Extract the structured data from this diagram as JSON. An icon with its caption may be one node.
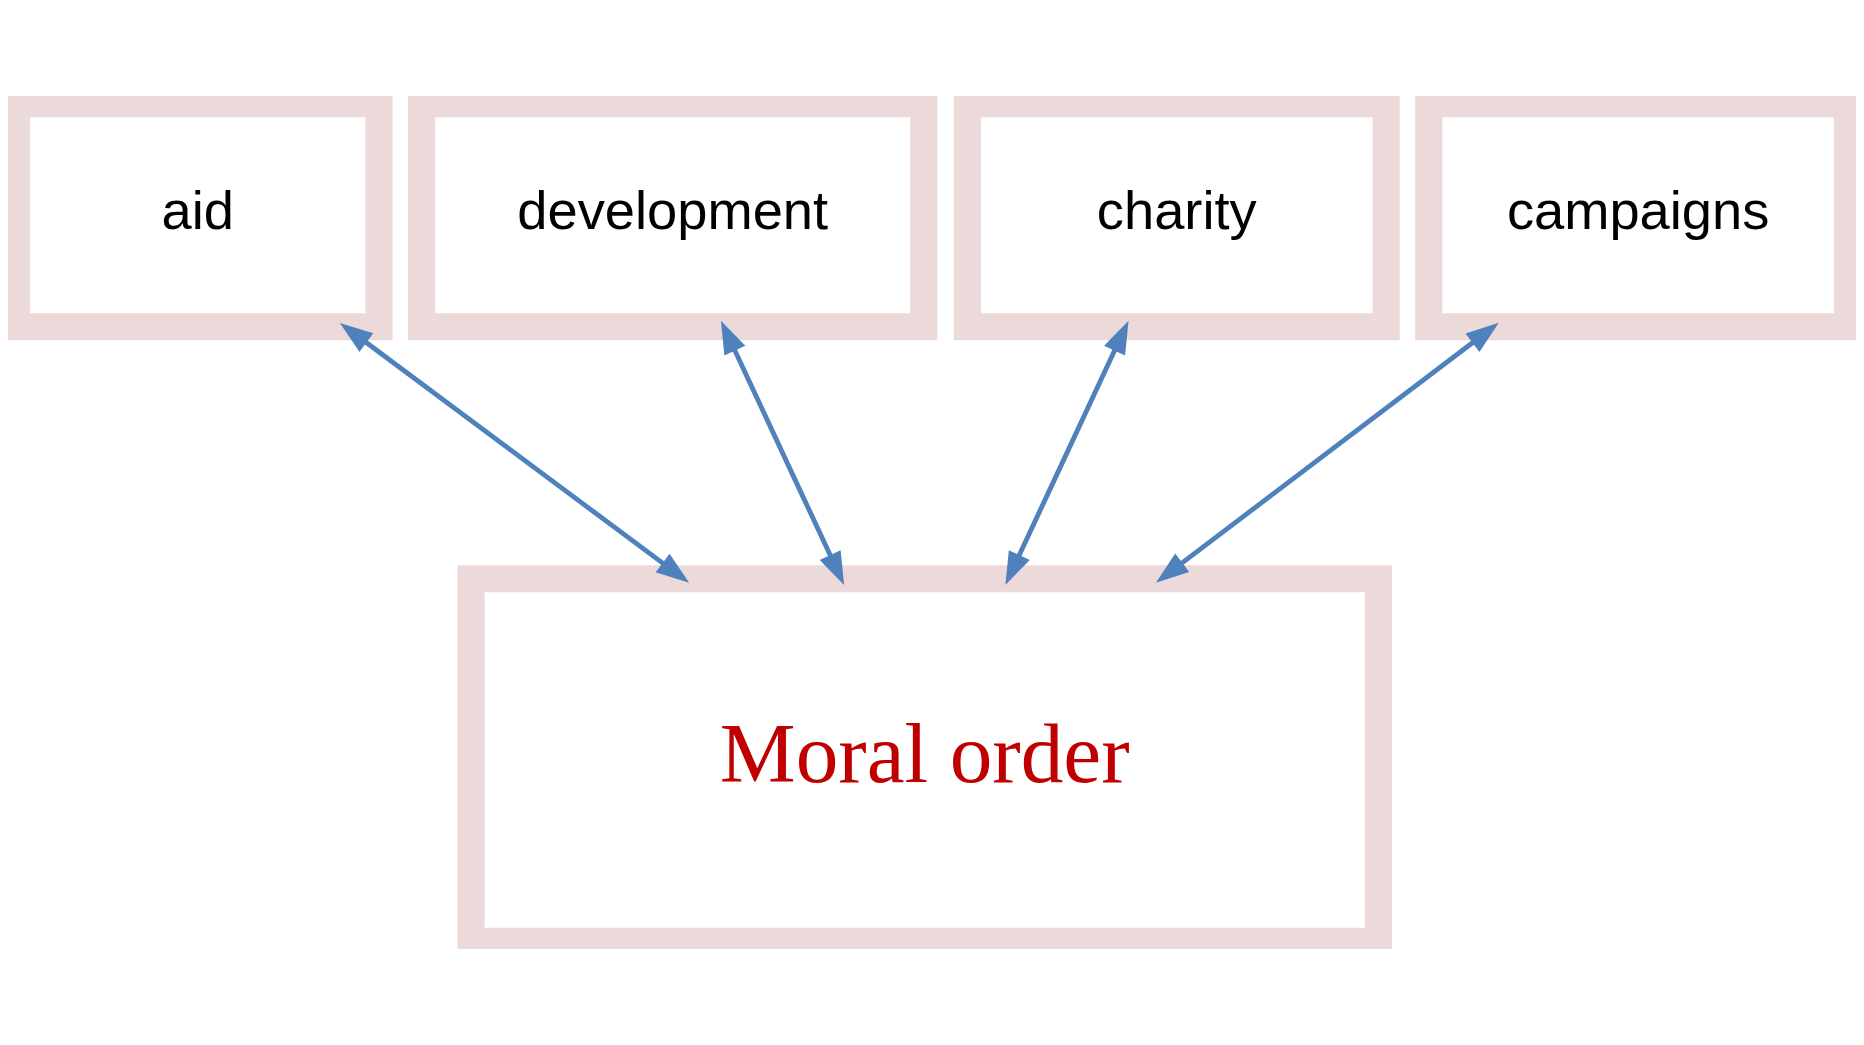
{
  "diagram": {
    "nodes": [
      {
        "text": [
          "aid"
        ]
      },
      {
        "text": [
          "development"
        ]
      },
      {
        "text": [
          "charity"
        ]
      },
      {
        "text": [
          "campaigns"
        ]
      },
      {
        "text": [
          "Moral order"
        ]
      }
    ],
    "edges": [
      {
        "from": 0,
        "to": 4,
        "arrow": "both"
      },
      {
        "from": 1,
        "to": 4,
        "arrow": "both"
      },
      {
        "from": 2,
        "to": 4,
        "arrow": "both"
      },
      {
        "from": 3,
        "to": 4,
        "arrow": "both"
      }
    ]
  }
}
